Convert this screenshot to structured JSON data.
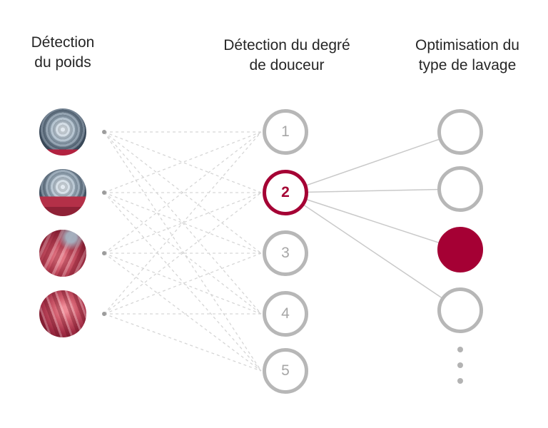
{
  "columns": {
    "weight": {
      "line1": "Détection",
      "line2": "du poids"
    },
    "softness": {
      "line1": "Détection du degré",
      "line2": "de douceur"
    },
    "wash": {
      "line1": "Optimisation du",
      "line2": "type de lavage"
    }
  },
  "softness_nodes": [
    {
      "label": "1",
      "active": false
    },
    {
      "label": "2",
      "active": true
    },
    {
      "label": "3",
      "active": false
    },
    {
      "label": "4",
      "active": false
    },
    {
      "label": "5",
      "active": false
    }
  ],
  "wash_nodes": [
    {
      "filled": false
    },
    {
      "filled": false
    },
    {
      "filled": true
    },
    {
      "filled": false
    }
  ],
  "colors": {
    "accent": "#a50034",
    "node_border": "#b7b7b7",
    "node_number": "#a6a6a6",
    "dashed_line": "#d6d6d6",
    "solid_line": "#c9c9c9",
    "heading_text": "#262626"
  }
}
